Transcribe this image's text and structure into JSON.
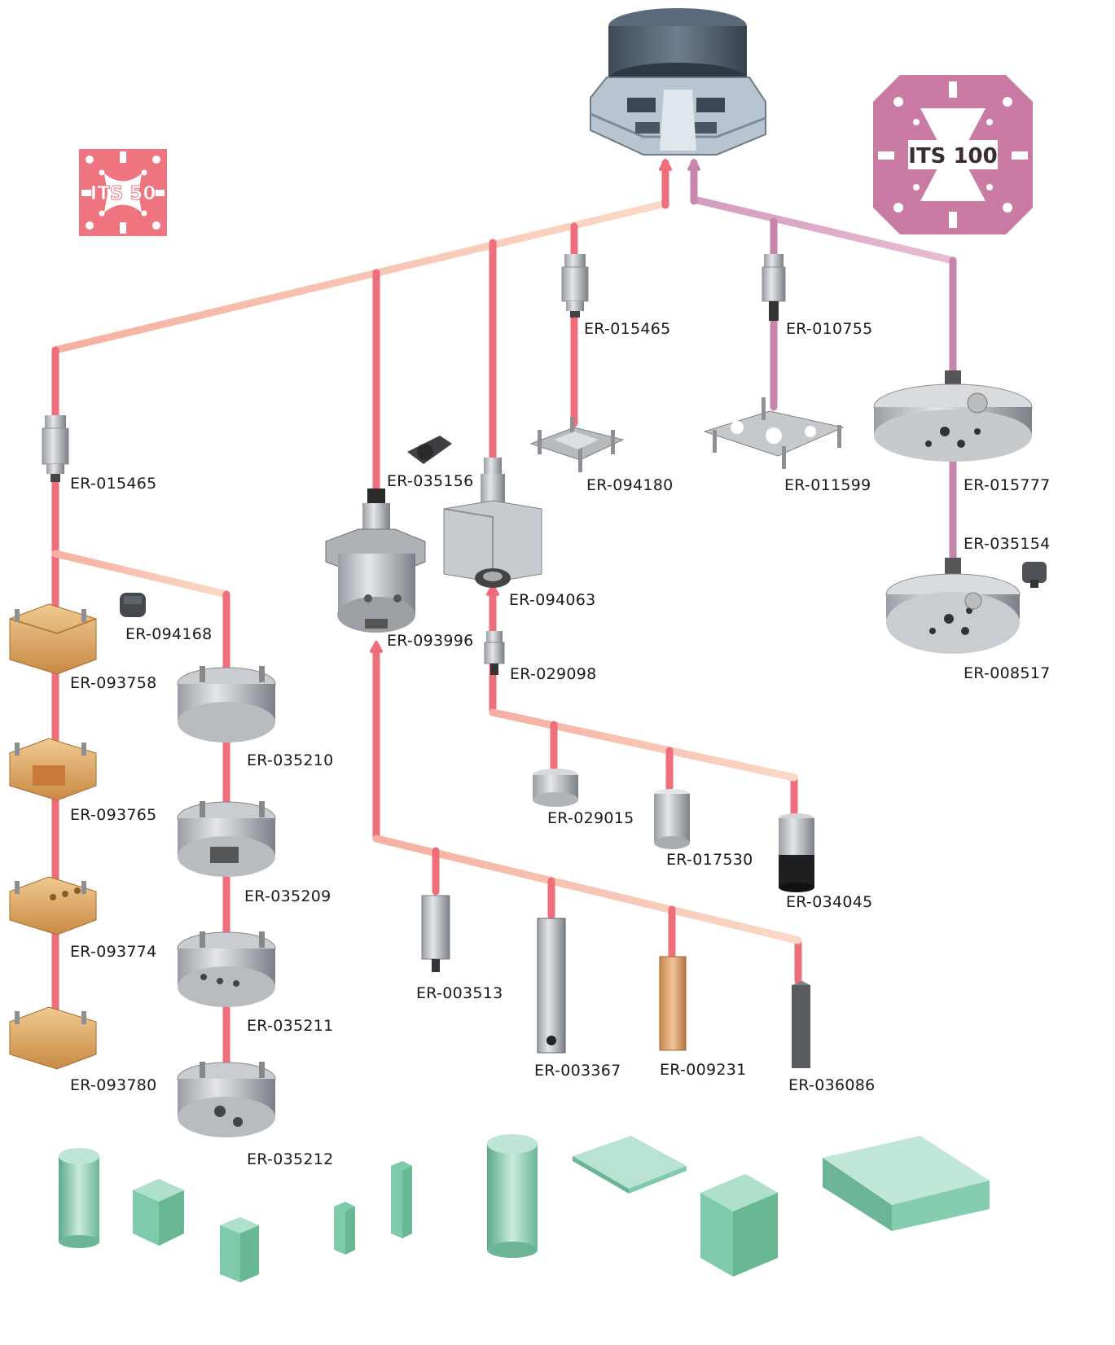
{
  "badges": {
    "its50": {
      "label": "ITS 50",
      "color": "#ee7480"
    },
    "its100": {
      "label": "ITS 100",
      "color": "#c97ba3"
    }
  },
  "colors": {
    "line_red": "#ef6e7b",
    "line_peach": "#f7c7b1",
    "line_purple": "#c785ad",
    "block_green": "#7ecaaa"
  },
  "labels": {
    "er015465_a": "ER-015465",
    "er010755": "ER-010755",
    "er015465_b": "ER-015465",
    "er035156": "ER-035156",
    "er094180": "ER-094180",
    "er011599": "ER-011599",
    "er015777": "ER-015777",
    "er035154": "ER-035154",
    "er094063": "ER-094063",
    "er094168": "ER-094168",
    "er093996": "ER-093996",
    "er008517": "ER-008517",
    "er093758": "ER-093758",
    "er029098": "ER-029098",
    "er035210": "ER-035210",
    "er093765": "ER-093765",
    "er029015": "ER-029015",
    "er017530": "ER-017530",
    "er035209": "ER-035209",
    "er034045": "ER-034045",
    "er093774": "ER-093774",
    "er003513": "ER-003513",
    "er035211": "ER-035211",
    "er003367": "ER-003367",
    "er009231": "ER-009231",
    "er093780": "ER-093780",
    "er036086": "ER-036086",
    "er035212": "ER-035212"
  },
  "icons": {
    "chuck": "pneumatic-chuck-icon",
    "holder": "electrode-holder-icon",
    "adapter": "adapter-icon",
    "pallet": "pallet-icon",
    "workpiece": "workpiece-block-icon"
  }
}
